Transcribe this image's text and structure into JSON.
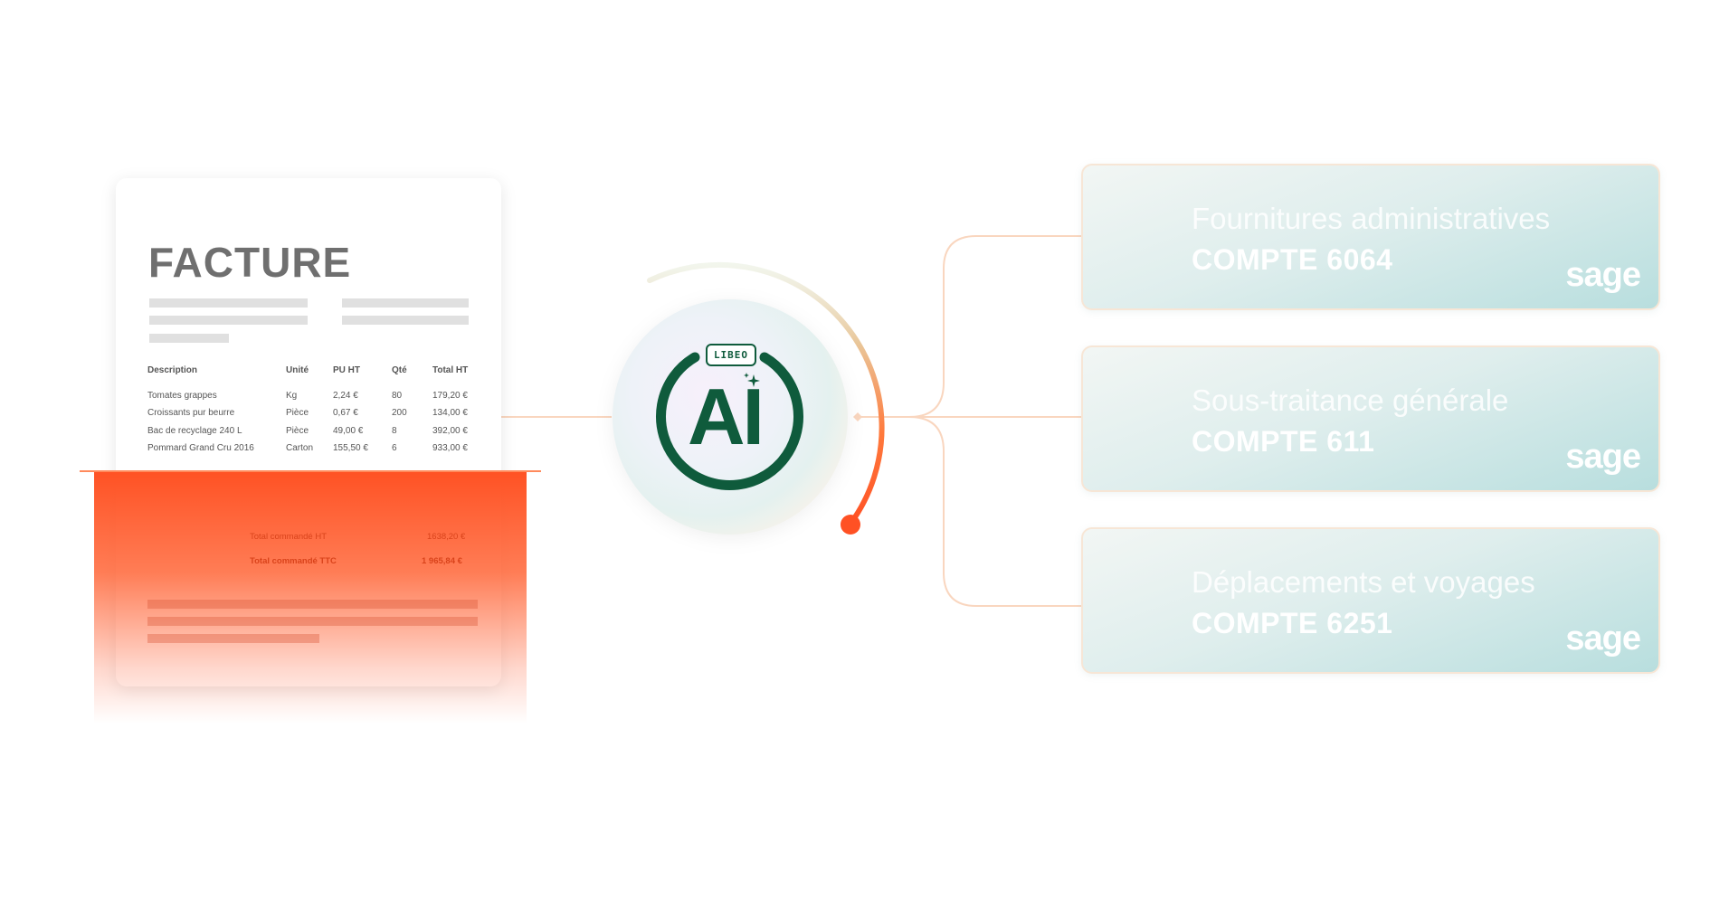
{
  "invoice": {
    "title": "FACTURE",
    "headers": [
      "Description",
      "Unité",
      "PU HT",
      "Qté",
      "Total HT"
    ],
    "rows": [
      [
        "Tomates grappes",
        "Kg",
        "2,24 €",
        "80",
        "179,20 €"
      ],
      [
        "Croissants pur beurre",
        "Pièce",
        "0,67 €",
        "200",
        "134,00 €"
      ],
      [
        "Bac de recyclage 240 L",
        "Pièce",
        "49,00 €",
        "8",
        "392,00 €"
      ],
      [
        "Pommard Grand Cru 2016",
        "Carton",
        "155,50 €",
        "6",
        "933,00 €"
      ]
    ],
    "total_ht_label": "Total commandé HT",
    "total_ht_value": "1638,20 €",
    "total_ttc_label": "Total commandé TTC",
    "total_ttc_value": "1 965,84 €"
  },
  "ai_badge": {
    "brand": "LIBEO",
    "label": "AI",
    "icons": [
      "sparkle-icon"
    ]
  },
  "accounts": [
    {
      "label": "Fournitures administratives",
      "code": "COMPTE 6064",
      "logo": "sage"
    },
    {
      "label": "Sous-traitance générale",
      "code": "COMPTE 611",
      "logo": "sage"
    },
    {
      "label": "Déplacements et voyages",
      "code": "COMPTE 6251",
      "logo": "sage"
    }
  ],
  "colors": {
    "accent_orange": "#ff5a2c",
    "brand_green": "#0f5b3c",
    "connector": "#f9d6bf",
    "card_teal": "#b8dede"
  }
}
